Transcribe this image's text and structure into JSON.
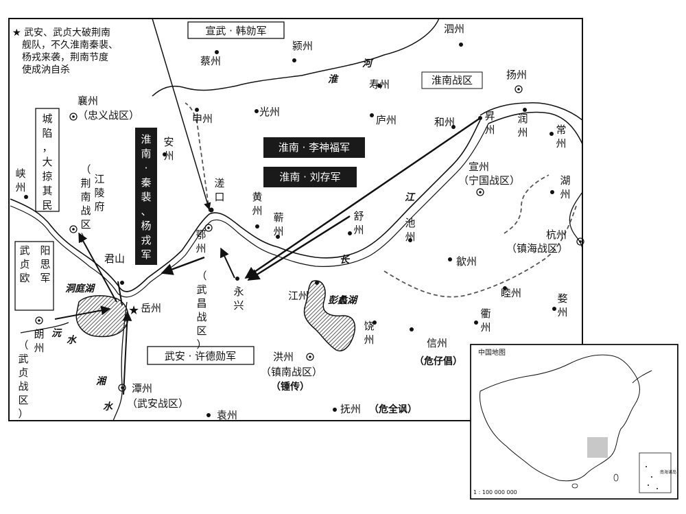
{
  "note": [
    "★ 武安、武贞大破荆南",
    "舰队，不久淮南秦裴、",
    "杨戎来袭，荆南节度",
    "使成汭自杀"
  ],
  "armies": {
    "xuanwu": "宣武 · 韩勍军",
    "huainan_li": "淮南 · 李神福军",
    "huainan_liu": "淮南 · 刘存军",
    "huainan_qin": "淮南 · 秦裴、杨戎军",
    "wuan": "武安 · 许德勋军",
    "wuzhen": "武贞 · 欧阳思军",
    "city_fallen": "城陷，大掠其民"
  },
  "cities": {
    "sizhou": "泗州",
    "yingzhou": "颍州",
    "caizhou": "蔡州",
    "shouzhou": "寿州",
    "yangzhou": "扬州",
    "xiangzhou": "襄州",
    "guangzhou": "光州",
    "shenzhou": "申州",
    "luzhou": "庐州",
    "hezhou": "和州",
    "shengzhou": "昇州",
    "runzhou": "润州",
    "changzhou": "常州",
    "anzhou": "安州",
    "xuanzhou": "宣州",
    "huzhou": "湖州",
    "xiazhou": "峡州",
    "jiangling": "江陵府",
    "shukou": "溠口",
    "huangzhou": "黄州",
    "qizhou": "蕲州",
    "shuzhou": "舒州",
    "chizhou": "池州",
    "hangzhou": "杭州",
    "junshan": "君山",
    "ezhou": "鄂州",
    "shezhou": "歙州",
    "yongxing": "永兴",
    "jiangzhou": "江州",
    "muzhou": "睦州",
    "yuezhou": "岳州",
    "raozhou": "饶州",
    "wuzhou": "婺州",
    "quzhou": "衢州",
    "xinzhou": "信州",
    "langzhou": "朗州",
    "hongzhou": "洪州",
    "tanzhou": "潭州",
    "fuzhou": "抚州",
    "yuanzhou": "袁州"
  },
  "zones": {
    "huainan": "淮南战区",
    "zhongyi": "（忠义战区）",
    "jingnan": "（荆南战区）",
    "ningguo": "（宁国战区）",
    "zhenhai": "（镇海战区）",
    "wuchang": "（武昌战区）",
    "wuzhen": "（武贞战区）",
    "zhennan": "（镇南战区）",
    "wuan": "（武安战区）"
  },
  "rulers": {
    "xinzhou": "（危仔倡）",
    "hongzhou": "（锺传）",
    "fuzhou": "（危全讽）"
  },
  "water": {
    "huai": "淮",
    "he": "河",
    "jiang": "江",
    "chang": "长",
    "dongting": "洞庭湖",
    "pengli": "彭蠡湖",
    "yuan": "沅",
    "shui": "水",
    "xiang": "湘",
    "shui2": "水"
  },
  "inset": {
    "title": "中国地图",
    "scale": "1 : 100 000 000",
    "south_sea": "南海诸岛"
  },
  "colors": {
    "ink": "#111111",
    "dark_label": "#1a1a1a",
    "lake_hatch": "#444444",
    "inset_highlight": "#c8c8c8"
  }
}
